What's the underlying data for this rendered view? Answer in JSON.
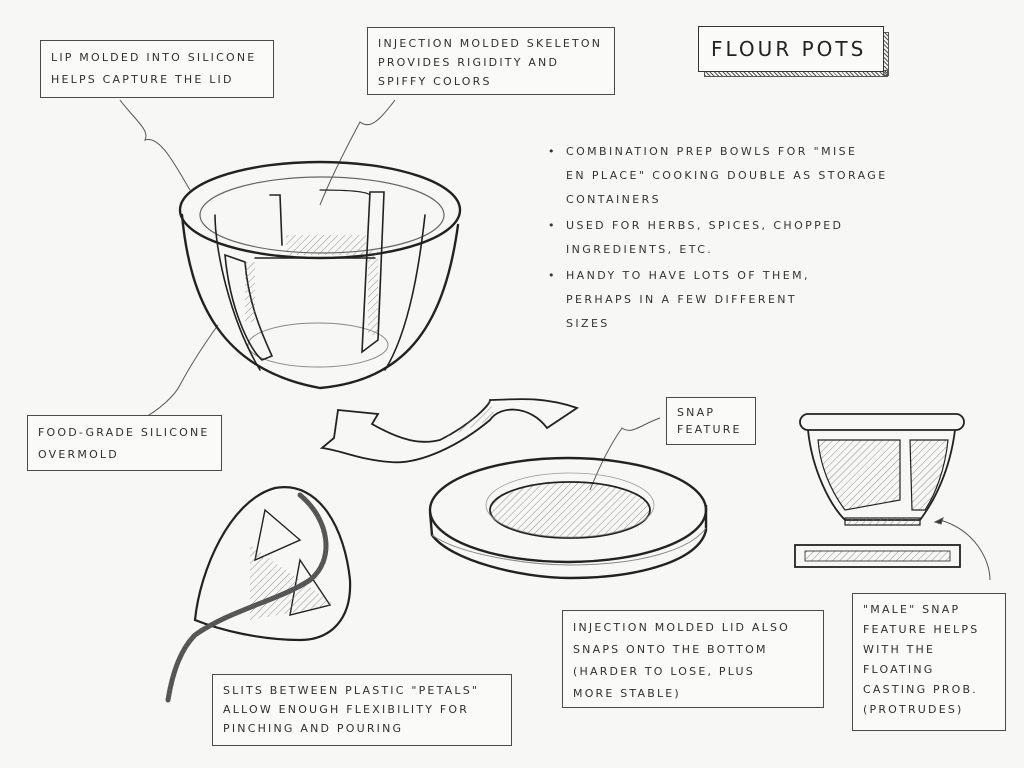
{
  "title": "Flour Pots",
  "bullets": [
    "Combination prep bowls for \"mise en place\" cooking double as storage containers",
    "Used for herbs, spices, chopped ingredients, etc.",
    "Handy to have lots of them, perhaps in a few different sizes"
  ],
  "bullet_lines": [
    [
      "Combination prep bowls for \"mise",
      "en place\" cooking double as storage",
      "containers"
    ],
    [
      "Used for herbs, spices, chopped",
      "ingredients, etc."
    ],
    [
      "Handy to have lots of them,",
      "perhaps in a few different",
      "sizes"
    ]
  ],
  "bullet_glyph": "•",
  "annotations": {
    "lip": [
      "Lip molded into silicone",
      "helps capture the lid"
    ],
    "skeleton": [
      "Injection molded skeleton",
      "provides rigidity and",
      "spiffy colors"
    ],
    "overmold": [
      "Food-grade silicone",
      "overmold"
    ],
    "snap": [
      "Snap",
      "feature"
    ],
    "lid": [
      "Injection molded lid also",
      "snaps onto the bottom",
      "(harder to lose, plus",
      "more stable)"
    ],
    "male_snap": [
      "\"Male\" snap",
      "feature helps",
      "with the",
      "floating",
      "casting prob.",
      "(protrudes)"
    ],
    "slits": [
      "Slits between plastic \"petals\"",
      "allow enough flexibility for",
      "pinching and pouring"
    ]
  },
  "drawings": {
    "bowl": "perspective view of flour pot bowl with silicone overmold and skeleton ribs",
    "arrow": "curved ribbon arrow pointing left",
    "lid": "injection molded lid ring with recessed snap feature",
    "section": "cross-section of pot with snap lid below",
    "pinched": "pinched bowl pouring flour"
  },
  "colors": {
    "paper": "#f7f7f6",
    "ink": "#2a2a2a",
    "pencil": "#8a8a8a"
  }
}
